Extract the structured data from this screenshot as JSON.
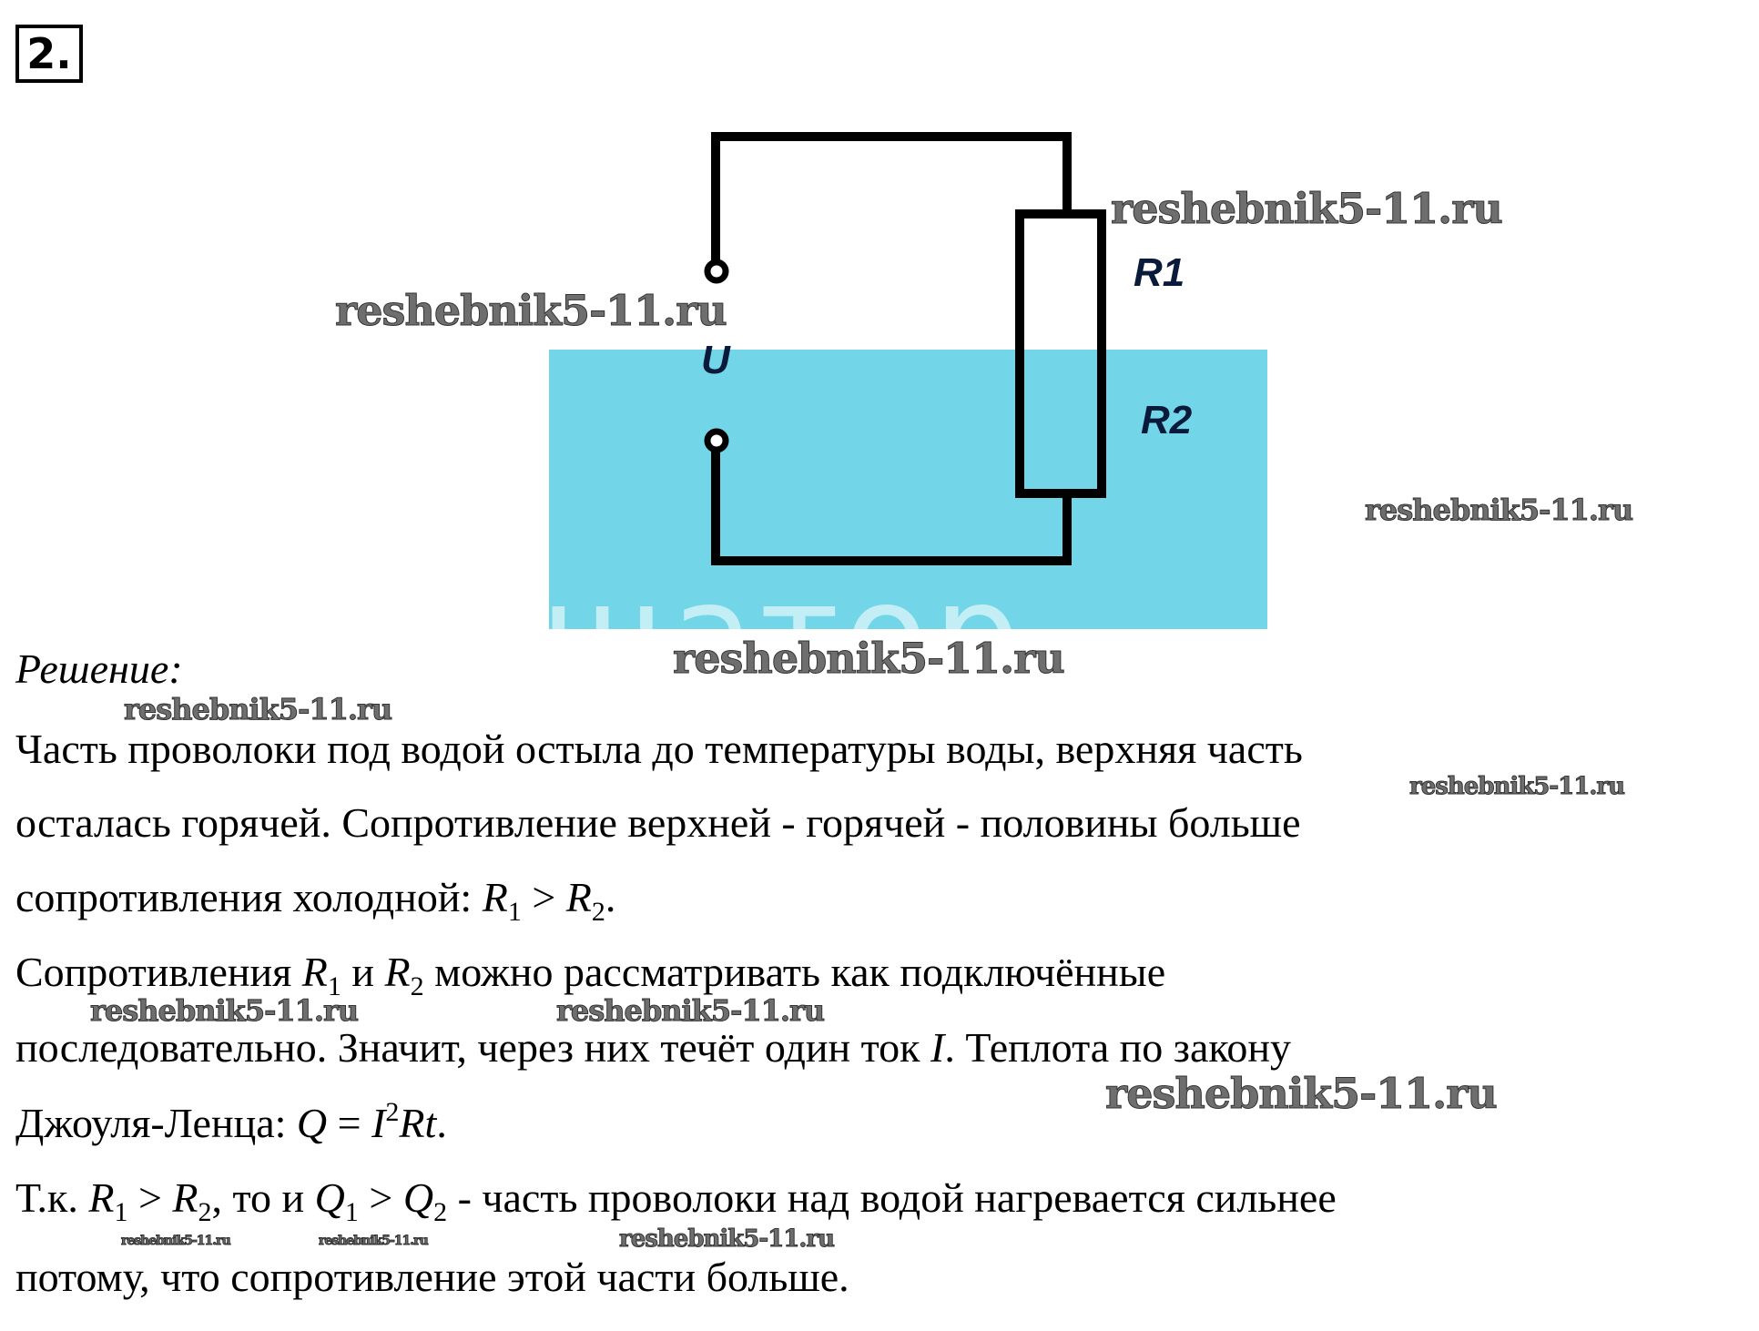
{
  "problem_number": "2.",
  "diagram": {
    "labels": {
      "r1": "R1",
      "r2": "R2",
      "u": "U"
    },
    "water_background_text": "шатор",
    "colors": {
      "water": "#72d6e8",
      "wire": "#000000"
    }
  },
  "watermark": "reshebnik5-11.ru",
  "solution": {
    "heading": "Решение:",
    "line1": "Часть проволоки под водой остыла до температуры воды, верхняя часть",
    "line2": "осталась горячей. Сопротивление верхней - горячей - половины больше",
    "line3_text": "сопротивления холодной: ",
    "line4_a": "Сопротивления ",
    "line4_b": " и ",
    "line4_c": " можно рассматривать как подключённые",
    "line5_a": "последовательно. Значит, через них течёт один ток ",
    "line5_b": ". Теплота по закону",
    "line6_text": "Джоуля-Ленца: ",
    "line7_a": "Т.к. ",
    "line7_b": ", то и ",
    "line7_c": " - часть проволоки над водой нагревается сильнее",
    "line8": "потому, что сопротивление этой части больше.",
    "math": {
      "R": "R",
      "Q": "Q",
      "I": "I",
      "one": "1",
      "two": "2",
      "gt": " > ",
      "period": ".",
      "comma": ",",
      "eq": " = ",
      "Rt": "Rt"
    }
  }
}
